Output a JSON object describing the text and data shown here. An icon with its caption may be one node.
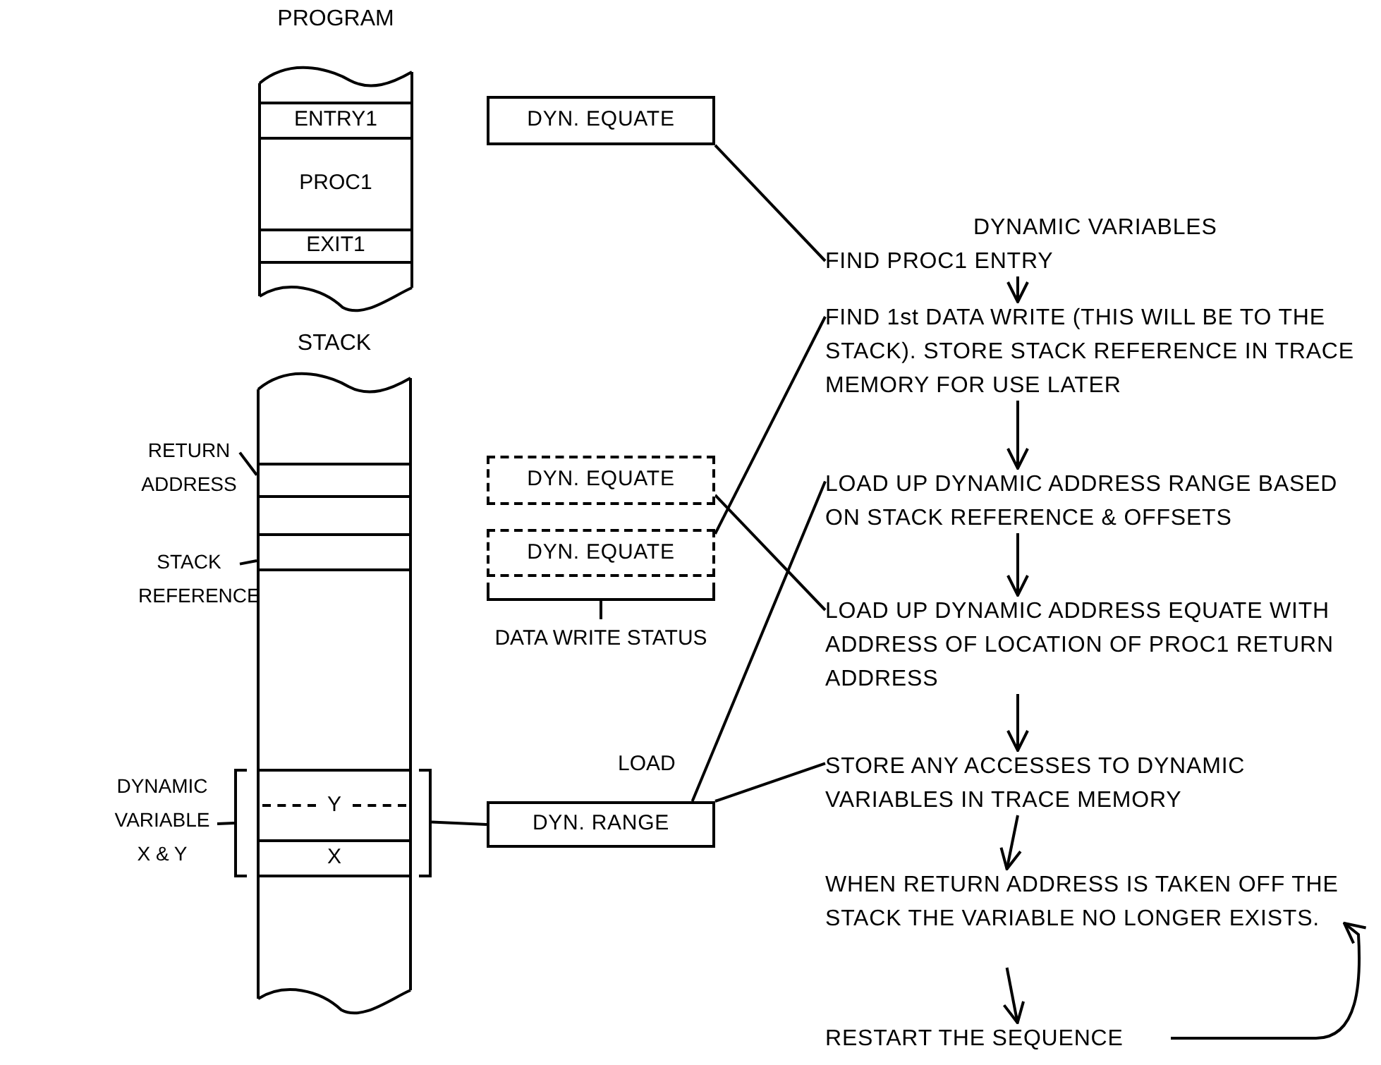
{
  "diagram": {
    "nodes": [
      {
        "text": [
          "PROGRAM"
        ]
      },
      {
        "text": [
          "ENTRY1"
        ],
        "in": 0
      },
      {
        "text": [
          "PROC1"
        ],
        "in": 0
      },
      {
        "text": [
          "EXIT1"
        ],
        "in": 0
      },
      {
        "text": [
          "STACK"
        ]
      },
      {
        "text": [],
        "shape": "box",
        "in": 4
      },
      {
        "text": [],
        "shape": "box",
        "in": 4
      },
      {
        "text": [],
        "shape": "box",
        "in": 4
      },
      {
        "text": [],
        "shape": "bracket"
      },
      {
        "text": [
          "Y"
        ]
      },
      {
        "text": [
          "X"
        ]
      },
      {
        "text": [
          "RETURN ADDRESS"
        ]
      },
      {
        "text": [
          "STACK REFERENCE"
        ]
      },
      {
        "text": [
          "DYNAMIC VARIABLE X & Y"
        ]
      },
      {
        "text": [
          "DYN. EQUATE"
        ]
      },
      {
        "text": [],
        "shape": "bracket",
        "beside": [
          "DATA WRITE STATUS"
        ]
      },
      {
        "text": [
          "DYN. EQUATE"
        ],
        "in": 15
      },
      {
        "text": [
          "DYN. EQUATE"
        ],
        "in": 15
      },
      {
        "text": [
          "DYN. RANGE"
        ]
      },
      {
        "text": [
          "FIND PROC1 ENTRY"
        ]
      },
      {
        "text": [
          "FIND 1st DATA WRITE (THIS WILL BE TO THE STACK). STORE STACK REFERENCE IN TRACE MEMORY FOR USE LATER"
        ]
      },
      {
        "text": [
          "LOAD UP DYNAMIC ADDRESS RANGE BASED ON STACK REFERENCE & OFFSETS"
        ]
      },
      {
        "text": [
          "LOAD UP DYNAMIC ADDRESS EQUATE WITH ADDRESS OF LOCATION OF PROC1 RETURN ADDRESS"
        ]
      },
      {
        "text": [
          "STORE ANY ACCESSES TO DYNAMIC VARIABLES IN TRACE MEMORY"
        ]
      },
      {
        "text": [
          "WHEN RETURN ADDRESS IS TAKEN OFF THE STACK THE VARIABLE NO LONGER EXISTS."
        ]
      },
      {
        "text": [
          "RESTART THE SEQUENCE"
        ]
      }
    ],
    "edges": [
      {
        "from": 11,
        "to": 5,
        "arrow": "none"
      },
      {
        "from": 12,
        "to": 7,
        "arrow": "none"
      },
      {
        "from": 13,
        "to": 8,
        "arrow": "none"
      },
      {
        "from": 8,
        "to": 18,
        "arrow": "none"
      },
      {
        "from": 14,
        "to": 19,
        "arrow": "none"
      },
      {
        "from": 17,
        "to": 20,
        "arrow": "none"
      },
      {
        "from": 16,
        "to": 22,
        "arrow": "none"
      },
      {
        "from": 18,
        "to": 21,
        "arrow": "none",
        "label": "LOAD"
      },
      {
        "from": 18,
        "to": 23,
        "arrow": "none"
      },
      {
        "from": 19,
        "to": 20,
        "arrow": "to"
      },
      {
        "from": 20,
        "to": 21,
        "arrow": "to"
      },
      {
        "from": 21,
        "to": 22,
        "arrow": "to"
      },
      {
        "from": 22,
        "to": 23,
        "arrow": "to"
      },
      {
        "from": 23,
        "to": 24,
        "arrow": "to"
      },
      {
        "from": 24,
        "to": 25,
        "arrow": "to"
      },
      {
        "from": 25,
        "to": 24,
        "arrow": "to"
      }
    ],
    "labels": [
      "DYNAMIC VARIABLES"
    ]
  }
}
